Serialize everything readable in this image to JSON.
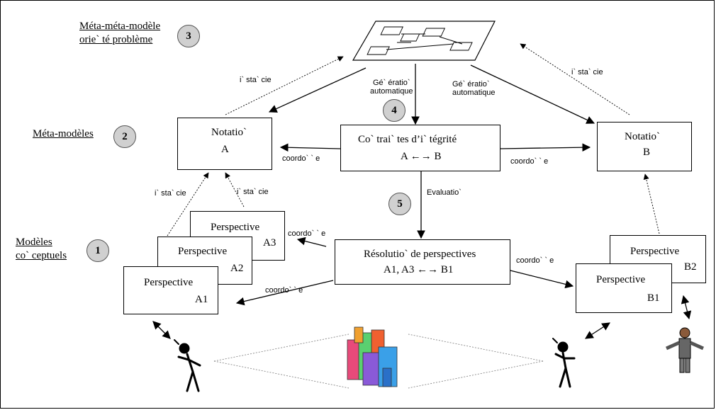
{
  "levels": {
    "meta_meta": [
      "Méta-méta-modèle",
      "orie` té problème"
    ],
    "meta": "Méta-modèles",
    "models": [
      "Modèles",
      "co` ceptuels"
    ]
  },
  "badges": [
    "3",
    "2",
    "1",
    "4",
    "5"
  ],
  "boxes": {
    "notation_a": [
      "Notatio`",
      "A"
    ],
    "notation_b": [
      "Notatio`",
      "B"
    ],
    "constraints": [
      "Co` trai` tes d’i` tégrité",
      "A ←→ B"
    ],
    "resolution": [
      "Résolutio` de perspectives",
      "A1, A3 ←→ B1"
    ],
    "perspective_a1": [
      "Perspective",
      "A1"
    ],
    "perspective_a2": [
      "Perspective",
      "A2"
    ],
    "perspective_a3": [
      "Perspective",
      "A3"
    ],
    "perspective_b1": [
      "Perspective",
      "B1"
    ],
    "perspective_b2": [
      "Perspective",
      "B2"
    ]
  },
  "labels": {
    "instancie": "i` sta` cie",
    "generation": [
      "Gé` ératio`",
      "automatique"
    ],
    "coordonne": "coordo` ` e",
    "evaluation": "Evaluatio`"
  }
}
